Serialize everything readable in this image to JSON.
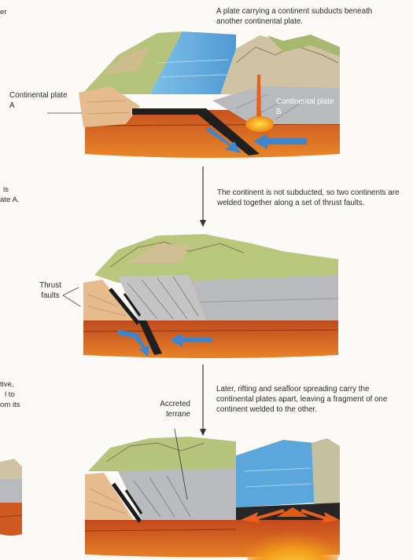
{
  "left_cut": {
    "t1": "er",
    "t2": "is",
    "t3": "ate A.",
    "t4": "tive,",
    "t5": "l to",
    "t6": "om its"
  },
  "panel1": {
    "caption": "A plate carrying a continent subducts beneath another continental plate.",
    "label_a": "Continental plate A",
    "label_b": "Continental plate B"
  },
  "panel2": {
    "caption": "The continent is not subducted, so two continents are welded together along a set of thrust faults.",
    "label_thrust": "Thrust faults"
  },
  "panel3": {
    "caption": "Later, rifting and seafloor spreading carry the continental plates apart, leaving a fragment of one continent welded to the other.",
    "label_accreted": "Accreted terrane"
  },
  "colors": {
    "ocean": "#5fa9dc",
    "mantle": "#b8441c",
    "asthenosphere": "#e07a1c",
    "crust_gray": "#b7b9bd",
    "terrain": "#b9c77a",
    "continent_a": "#e5bb8e",
    "arrow_blue": "#3c86cf",
    "arrow_orange": "#e8601c"
  }
}
